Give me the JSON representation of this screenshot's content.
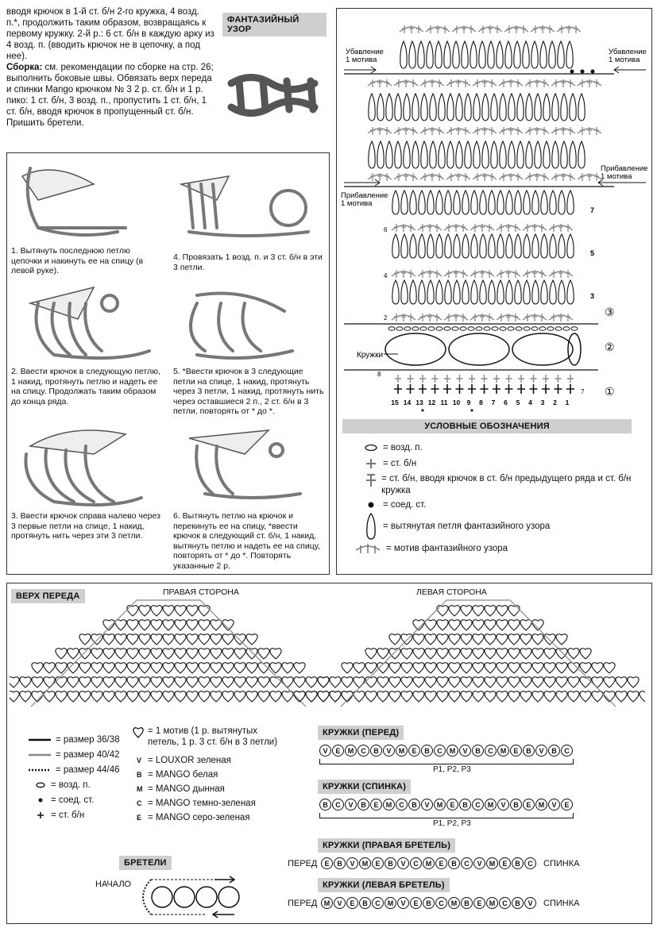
{
  "top_text": {
    "p1": "вводя крючок в 1-й ст. б/н 2-го кружка, 4 возд. п.*, продолжить таким образом, возвращаясь к первому кружку. 2-й р.: 6 ст. б/н в каждую арку из 4 возд. п. (вводить крючок не в цепочку, а под нее).",
    "p2_bold": "Сборка:",
    "p2": " см. рекомендации по сборке на стр. 26; выполнить боковые швы. Обвязать верх переда и спинки Mango крючком № 3 2 р. ст. б/н и 1 р. пико: 1 ст. б/н, 3 возд. п., пропустить 1 ст. б/н, 1 ст. б/н, вводя крючок в пропущенный ст. б/н. Пришить бретели."
  },
  "fancy_pattern_title": "ФАНТАЗИЙНЫЙ УЗОР",
  "steps": [
    "1. Вытянуть последнюю петлю цепочки и накинуть ее на спицу (в левой руке).",
    "2. Ввести крючок в следующую петлю, 1 накид, протянуть петлю и надеть ее на спицу. Продолжать таким образом до конца ряда.",
    "3. Ввести крючок справа налево через 3 первые петли на спице, 1 накид, протянуть нить через эти 3 петли.",
    "4. Провязать 1 возд. п. и 3 ст. б/н в эти 3 петли.",
    "5. *Ввести крючок в 3 следующие петли на спице, 1 накид, протянуть через 3 петли, 1 накид, протянуть нить через оставшиеся 2 п., 2 ст. б/н в 3 петли, повторять от * до *.",
    "6. Вытянуть петлю на крючок и перекинуть ее на спицу, *ввести крючок в следующий ст. б/н, 1 накид, вытянуть петлю и надеть ее на спицу, повторять от * до *. Повторять указанные 2 р."
  ],
  "chart": {
    "dec_left": "Убавление\n1 мотива",
    "dec_right": "Убавление\n1 мотива",
    "inc_right": "Прибавление\n1 мотива",
    "inc_left": "Прибавление\n1 мотива",
    "beads_label": "Кружки",
    "row_numbers_right": [
      "7",
      "5",
      "3"
    ],
    "row_numbers_left": [
      "6",
      "4",
      "2",
      "8"
    ],
    "section_marks": [
      "③",
      "②",
      "①"
    ],
    "stitch_numbers": [
      "15",
      "14",
      "13",
      "12",
      "11",
      "10",
      "9",
      "8",
      "7",
      "6",
      "5",
      "4",
      "3",
      "2",
      "1"
    ],
    "first_row_number": "7",
    "asterisks": [
      "*",
      "*"
    ]
  },
  "legend": {
    "title": "УСЛОВНЫЕ ОБОЗНАЧЕНИЯ",
    "items": [
      "= возд. п.",
      "= ст. б/н",
      "= ст. б/н, вводя крючок в ст. б/н предыдущего ряда и ст. б/н кружка",
      "= соед. ст.",
      "= вытянутая петля фантазийного узора",
      "= мотив фантазийного узора"
    ]
  },
  "front_top": {
    "title": "ВЕРХ ПЕРЕДА",
    "right_side": "ПРАВАЯ СТОРОНА",
    "left_side": "ЛЕВАЯ СТОРОНА"
  },
  "size_legend": [
    {
      "label": "= размер 36/38"
    },
    {
      "label": "= размер 40/42"
    },
    {
      "label": "= размер 44/46"
    },
    {
      "label": "= возд. п."
    },
    {
      "label": "= соед. ст."
    },
    {
      "label": "= ст. б/н"
    }
  ],
  "motif_note": "= 1 мотив (1 р. вытянутых петель, 1 р. 3 ст. б/н в 3 петли)",
  "yarn_legend": [
    {
      "code": "V",
      "label": "= LOUXOR зеленая"
    },
    {
      "code": "B",
      "label": "= MANGO белая"
    },
    {
      "code": "M",
      "label": "= MANGO дынная"
    },
    {
      "code": "C",
      "label": "= MANGO темно-зеленая"
    },
    {
      "code": "E",
      "label": "= MANGO серо-зеленая"
    }
  ],
  "beads_front": {
    "title": "КРУЖКИ (ПЕРЕД)",
    "sequence": "VEMCBVMEBCMVBCMEBVBC",
    "note": "P1, P2, P3"
  },
  "beads_back": {
    "title": "КРУЖКИ (СПИНКА)",
    "sequence": "BCVBEMCBVMEBCMVBEMVE",
    "note": "P1, P2, P3"
  },
  "strap_right": {
    "title": "КРУЖКИ (ПРАВАЯ БРЕТЕЛЬ)",
    "left": "ПЕРЕД",
    "right": "СПИНКА",
    "sequence": "EBVMEBVCMEBCVMEBC"
  },
  "strap_left": {
    "title": "КРУЖКИ (ЛЕВАЯ БРЕТЕЛЬ)",
    "left": "ПЕРЕД",
    "right": "СПИНКА",
    "sequence": "MVEBCMVEBCMBEMCBV"
  },
  "straps": {
    "title": "БРЕТЕЛИ",
    "start": "НАЧАЛО"
  },
  "colors": {
    "border": "#333333",
    "header_bg": "#cfcfcf",
    "gray_line": "#888888"
  }
}
